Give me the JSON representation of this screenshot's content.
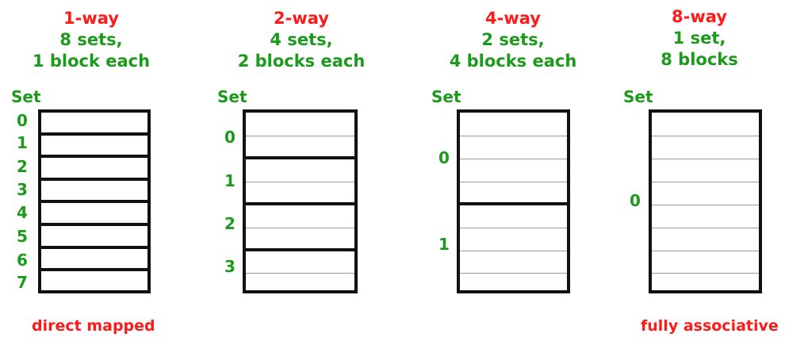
{
  "columns": [
    {
      "way": "1-way",
      "line1": "8 sets,",
      "line2": "1 block each",
      "set_label": "Set",
      "sets": [
        "0",
        "1",
        "2",
        "3",
        "4",
        "5",
        "6",
        "7"
      ],
      "blocks_per_set": 1,
      "caption": "direct mapped"
    },
    {
      "way": "2-way",
      "line1": "4 sets,",
      "line2": "2 blocks each",
      "set_label": "Set",
      "sets": [
        "0",
        "1",
        "2",
        "3"
      ],
      "blocks_per_set": 2,
      "caption": ""
    },
    {
      "way": "4-way",
      "line1": "2 sets,",
      "line2": "4 blocks each",
      "set_label": "Set",
      "sets": [
        "0",
        "1"
      ],
      "blocks_per_set": 4,
      "caption": ""
    },
    {
      "way": "8-way",
      "line1": "1 set,",
      "line2": "8 blocks",
      "set_label": "Set",
      "sets": [
        "0"
      ],
      "blocks_per_set": 8,
      "caption": "fully associative"
    }
  ],
  "colors": {
    "way": "#ff1a1a",
    "desc": "#1b9a1b",
    "caption": "#ff1a1a",
    "box": "#111111"
  }
}
